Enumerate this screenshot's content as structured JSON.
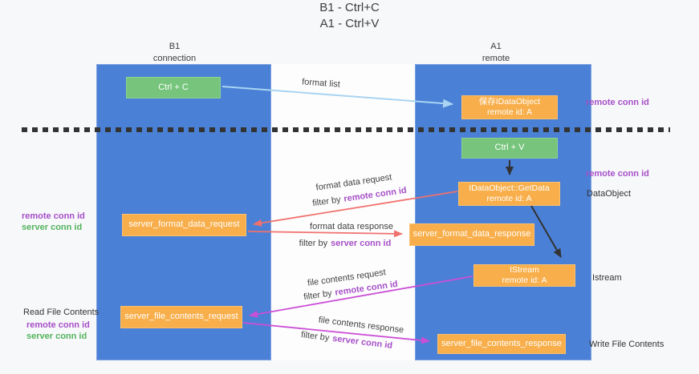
{
  "title": {
    "line1": "B1 - Ctrl+C",
    "line2": "A1 - Ctrl+V"
  },
  "columns": {
    "left": {
      "header_line1": "B1",
      "header_line2": "connection"
    },
    "right": {
      "header_line1": "A1",
      "header_line2": "remote"
    }
  },
  "nodes": {
    "ctrl_c": "Ctrl + C",
    "save_idataobject": {
      "line1": "保存IDataObject",
      "line2": "remote id: A"
    },
    "ctrl_v": "Ctrl + V",
    "getdata": {
      "line1": "IDataObject::GetData",
      "line2": "remote id: A"
    },
    "format_request": "server_format_data_request",
    "format_response": "server_format_data_response",
    "istream": {
      "line1": "IStream",
      "line2": "remote id: A"
    },
    "file_request": "server_file_contents_request",
    "file_response": "server_file_contents_response"
  },
  "edge_labels": {
    "format_list": "format list",
    "format_data_request": "format data request",
    "format_data_response": "format data response",
    "file_contents_request": "file contents request",
    "file_contents_response": "file contents response",
    "filter_by": "filter by",
    "remote_conn_id": "remote conn id",
    "server_conn_id": "server conn id"
  },
  "side_labels": {
    "remote_conn_id": "remote conn id",
    "server_conn_id": "server conn id",
    "dataobject": "DataObject",
    "istream": "Istream",
    "read_file_contents": "Read File Contents",
    "write_file_contents": "Write File Contents"
  },
  "colors": {
    "lane_blue": "#4a80d5",
    "node_green": "#77c57c",
    "node_orange": "#f8ae4a",
    "arrow_lightblue": "#a9d4f2",
    "arrow_salmon": "#f0716e",
    "arrow_magenta": "#cb4fd6",
    "arrow_black": "#333333",
    "text_purple": "#a64fc8",
    "text_green": "#53b35c",
    "background": "#f7f8fa"
  }
}
